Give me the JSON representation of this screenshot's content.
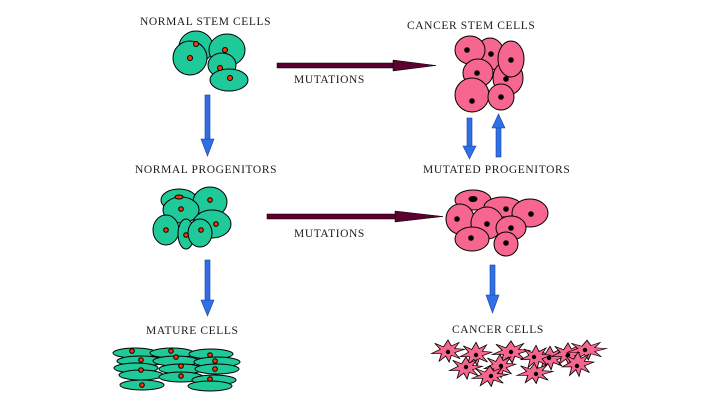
{
  "diagram": {
    "title": "",
    "labels": {
      "normal_stem": "NORMAL STEM CELLS",
      "cancer_stem": "CANCER STEM CELLS",
      "normal_progenitors": "NORMAL PROGENITORS",
      "mutated_progenitors": "MUTATED PROGENITORS",
      "mature": "MATURE CELLS",
      "cancer": "CANCER CELLS",
      "mutations_top": "MUTATIONS",
      "mutations_bottom": "MUTATIONS"
    },
    "colors": {
      "normal_cell": "#1fc99a",
      "normal_nucleus": "#ff3300",
      "cancer_cell": "#f7668f",
      "cancer_nucleus": "#000000",
      "vertical_arrow": "#2f6fe8",
      "mutation_arrow": "#5c0030"
    },
    "nodes": [
      {
        "id": "normal_stem",
        "label": "NORMAL STEM CELLS",
        "type": "normal"
      },
      {
        "id": "cancer_stem",
        "label": "CANCER STEM CELLS",
        "type": "cancer"
      },
      {
        "id": "normal_progenitors",
        "label": "NORMAL PROGENITORS",
        "type": "normal"
      },
      {
        "id": "mutated_progenitors",
        "label": "MUTATED PROGENITORS",
        "type": "cancer"
      },
      {
        "id": "mature",
        "label": "MATURE CELLS",
        "type": "normal"
      },
      {
        "id": "cancer",
        "label": "CANCER CELLS",
        "type": "cancer"
      }
    ],
    "edges": [
      {
        "from": "normal_stem",
        "to": "cancer_stem",
        "label": "MUTATIONS"
      },
      {
        "from": "normal_progenitors",
        "to": "mutated_progenitors",
        "label": "MUTATIONS"
      },
      {
        "from": "normal_stem",
        "to": "normal_progenitors",
        "label": ""
      },
      {
        "from": "normal_progenitors",
        "to": "mature",
        "label": ""
      },
      {
        "from": "cancer_stem",
        "to": "mutated_progenitors",
        "label": ""
      },
      {
        "from": "mutated_progenitors",
        "to": "cancer_stem",
        "label": ""
      },
      {
        "from": "mutated_progenitors",
        "to": "cancer",
        "label": ""
      }
    ]
  }
}
